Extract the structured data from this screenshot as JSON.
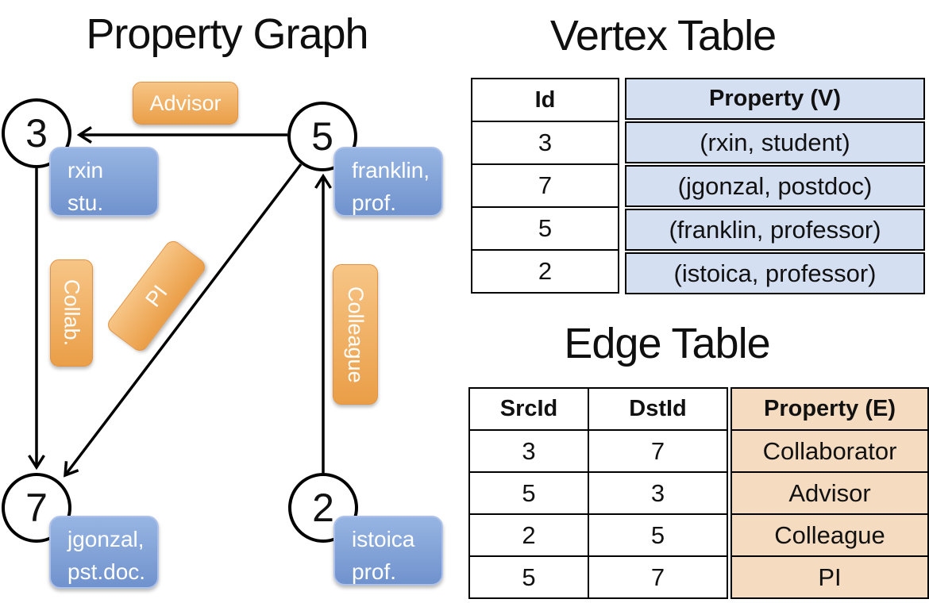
{
  "titles": {
    "graph": "Property Graph",
    "vertex": "Vertex Table",
    "edge": "Edge Table"
  },
  "graph": {
    "vertices": [
      {
        "id": "3",
        "prop_line1": "rxin",
        "prop_line2": "stu."
      },
      {
        "id": "5",
        "prop_line1": "franklin,",
        "prop_line2": "prof."
      },
      {
        "id": "7",
        "prop_line1": "jgonzal,",
        "prop_line2": "pst.doc."
      },
      {
        "id": "2",
        "prop_line1": "istoica",
        "prop_line2": "prof."
      }
    ],
    "edge_labels": [
      {
        "label": "Advisor"
      },
      {
        "label": "Collab."
      },
      {
        "label": "PI"
      },
      {
        "label": "Colleague"
      }
    ]
  },
  "vertex_table": {
    "headers": {
      "id": "Id",
      "property": "Property (V)"
    },
    "rows": [
      {
        "id": "3",
        "property": "(rxin, student)"
      },
      {
        "id": "7",
        "property": "(jgonzal, postdoc)"
      },
      {
        "id": "5",
        "property": "(franklin, professor)"
      },
      {
        "id": "2",
        "property": "(istoica, professor)"
      }
    ]
  },
  "edge_table": {
    "headers": {
      "src": "SrcId",
      "dst": "DstId",
      "property": "Property (E)"
    },
    "rows": [
      {
        "src": "3",
        "dst": "7",
        "property": "Collaborator"
      },
      {
        "src": "5",
        "dst": "3",
        "property": "Advisor"
      },
      {
        "src": "2",
        "dst": "5",
        "property": "Colleague"
      },
      {
        "src": "5",
        "dst": "7",
        "property": "PI"
      }
    ]
  },
  "colors": {
    "edge_label_top": "#f7c586",
    "edge_label_bottom": "#ea9e47",
    "vertex_box_top": "#97b5e3",
    "vertex_box_bottom": "#7092cd",
    "vertex_cell_bg": "#d5dff2",
    "edge_cell_bg": "#f5dcc1",
    "line": "#000000"
  }
}
